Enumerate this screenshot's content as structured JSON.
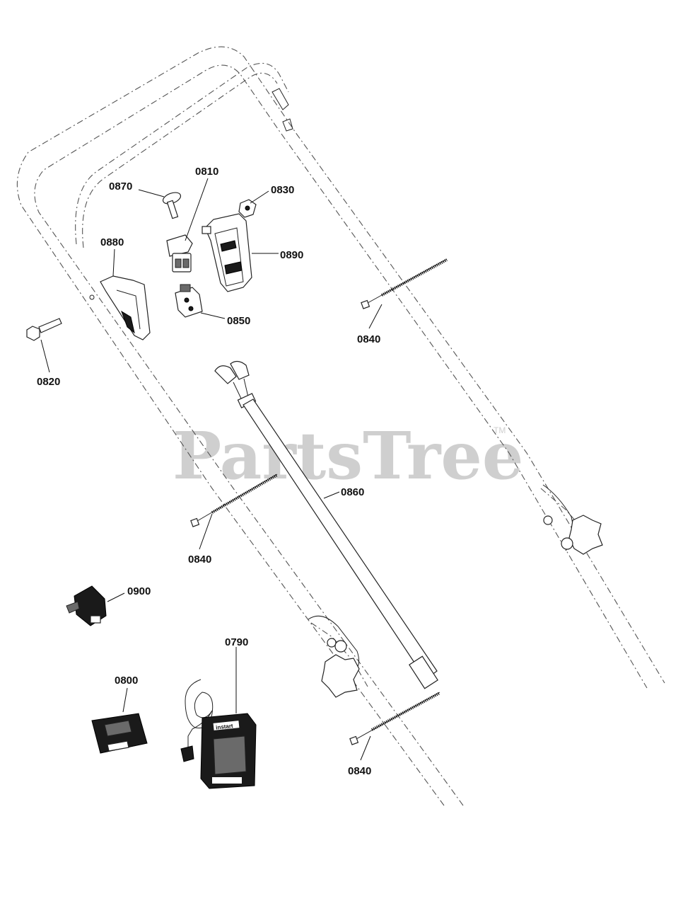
{
  "watermark": {
    "brand": "PartsTree",
    "trademark": "TM"
  },
  "callouts": {
    "c0870": "0870",
    "c0810": "0810",
    "c0830": "0830",
    "c0880": "0880",
    "c0890": "0890",
    "c0850": "0850",
    "c0820": "0820",
    "c0840_a": "0840",
    "c0840_b": "0840",
    "c0840_c": "0840",
    "c0860": "0860",
    "c0900": "0900",
    "c0790": "0790",
    "c0800": "0800"
  },
  "charger_brand": "instart"
}
